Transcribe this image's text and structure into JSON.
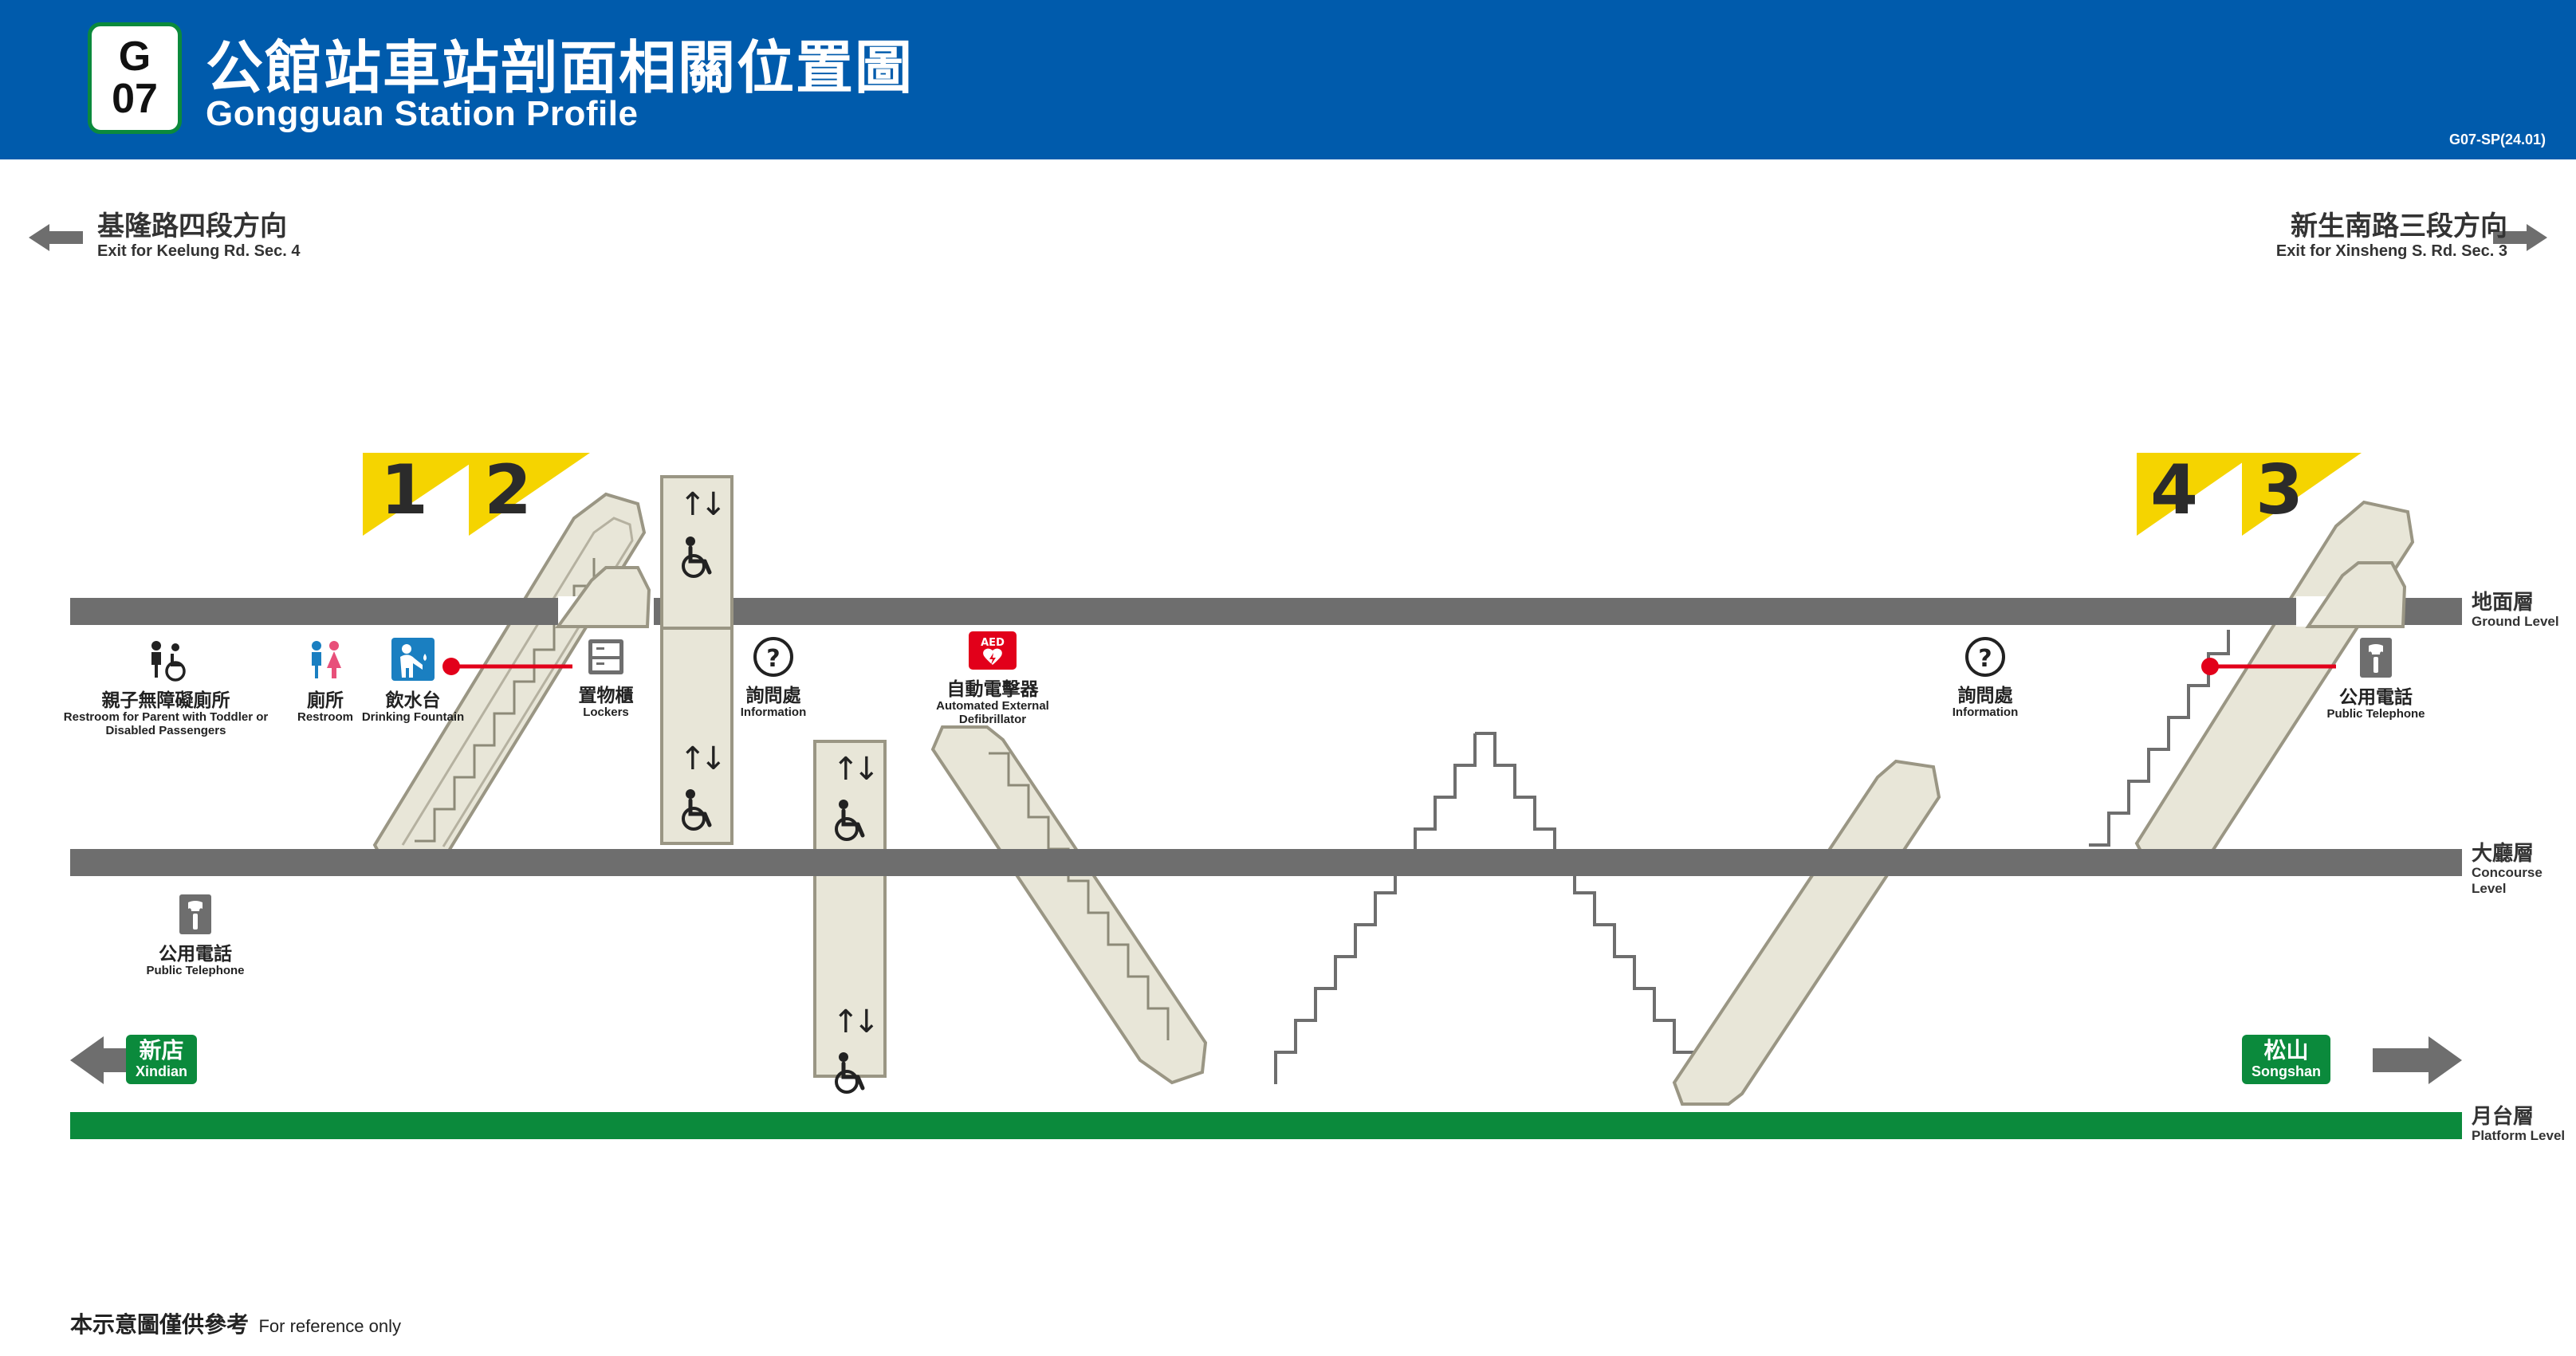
{
  "header": {
    "badge_line": "G",
    "badge_num": "07",
    "title_zh": "公館站車站剖面相關位置圖",
    "title_en": "Gongguan Station Profile",
    "code": "G07-SP(24.01)",
    "bg_color": "#005BAC",
    "badge_color": "#0b8a3c"
  },
  "exits_top": {
    "left": {
      "zh": "基隆路四段方向",
      "en": "Exit for Keelung Rd. Sec. 4"
    },
    "right": {
      "zh": "新生南路三段方向",
      "en": "Exit for Xinsheng S. Rd. Sec. 3"
    }
  },
  "levels": [
    {
      "zh": "地面層",
      "en": "Ground Level"
    },
    {
      "zh": "大廳層",
      "en": "Concourse Level"
    },
    {
      "zh": "月台層",
      "en": "Platform Level"
    }
  ],
  "exit_numbers": [
    "1",
    "2",
    "4",
    "3"
  ],
  "facilities": [
    {
      "icon": "accessible-restroom-icon",
      "zh": "親子無障礙廁所",
      "en": "Restroom for Parent with Toddler or Disabled Passengers"
    },
    {
      "icon": "restroom-icon",
      "zh": "廁所",
      "en": "Restroom"
    },
    {
      "icon": "drinking-fountain-icon",
      "zh": "飲水台",
      "en": "Drinking Fountain"
    },
    {
      "icon": "lockers-icon",
      "zh": "置物櫃",
      "en": "Lockers"
    },
    {
      "icon": "information-icon",
      "zh": "詢問處",
      "en": "Information"
    },
    {
      "icon": "aed-icon",
      "zh": "自動電擊器",
      "en": "Automated External Defibrillator"
    },
    {
      "icon": "information-icon",
      "zh": "詢問處",
      "en": "Information"
    },
    {
      "icon": "public-telephone-icon",
      "zh": "公用電話",
      "en": "Public Telephone"
    },
    {
      "icon": "public-telephone-icon",
      "zh": "公用電話",
      "en": "Public Telephone"
    }
  ],
  "platform_directions": {
    "left": {
      "zh": "新店",
      "en": "Xindian"
    },
    "right": {
      "zh": "松山",
      "en": "Songshan"
    }
  },
  "footer": {
    "zh": "本示意圖僅供參考",
    "en": "For reference only"
  },
  "colors": {
    "header": "#005BAC",
    "slab": "#6e6e6e",
    "platform": "#0b8a3c",
    "escalator": "#e8e6d8",
    "escalator_edge": "#9a9684",
    "flag_yellow": "#f5d400",
    "marker_red": "#e2001a",
    "aed_red": "#e2001a",
    "icon_blue": "#1a7fc1"
  }
}
